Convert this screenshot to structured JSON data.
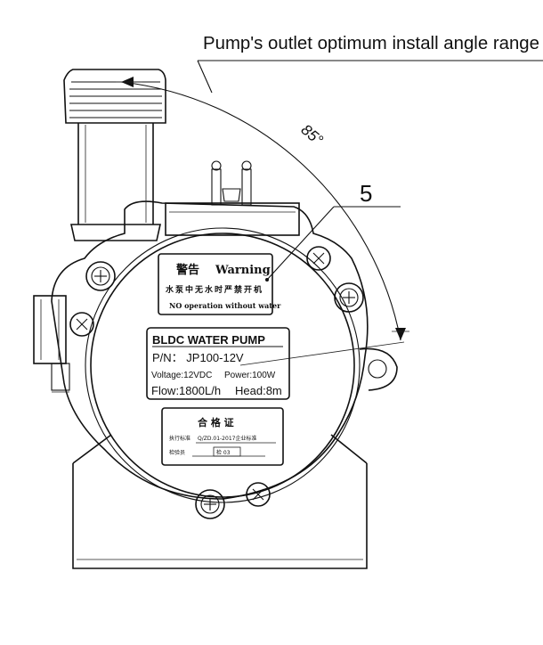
{
  "annotation": {
    "install_angle_label": "Pump's outlet optimum install angle range",
    "angle_value": "85°",
    "callout_number": "5"
  },
  "warning_label": {
    "title_cn": "警告",
    "title_en": "Warning",
    "line_cn": "水泵中无水时严禁开机",
    "line_en": "NO operation without water"
  },
  "nameplate": {
    "title": "BLDC WATER PUMP",
    "part_number": "P/N： JP100-12V",
    "voltage": "Voltage:12VDC",
    "power": "Power:100W",
    "flow": "Flow:1800L/h",
    "head": "Head:8m"
  },
  "cert_label": {
    "title": "合 格 证",
    "standard_prefix": "执行标准",
    "standard_value": "Q/ZD.01-2017企业标准",
    "inspector": "检验员",
    "inspector_value": "检  03"
  }
}
